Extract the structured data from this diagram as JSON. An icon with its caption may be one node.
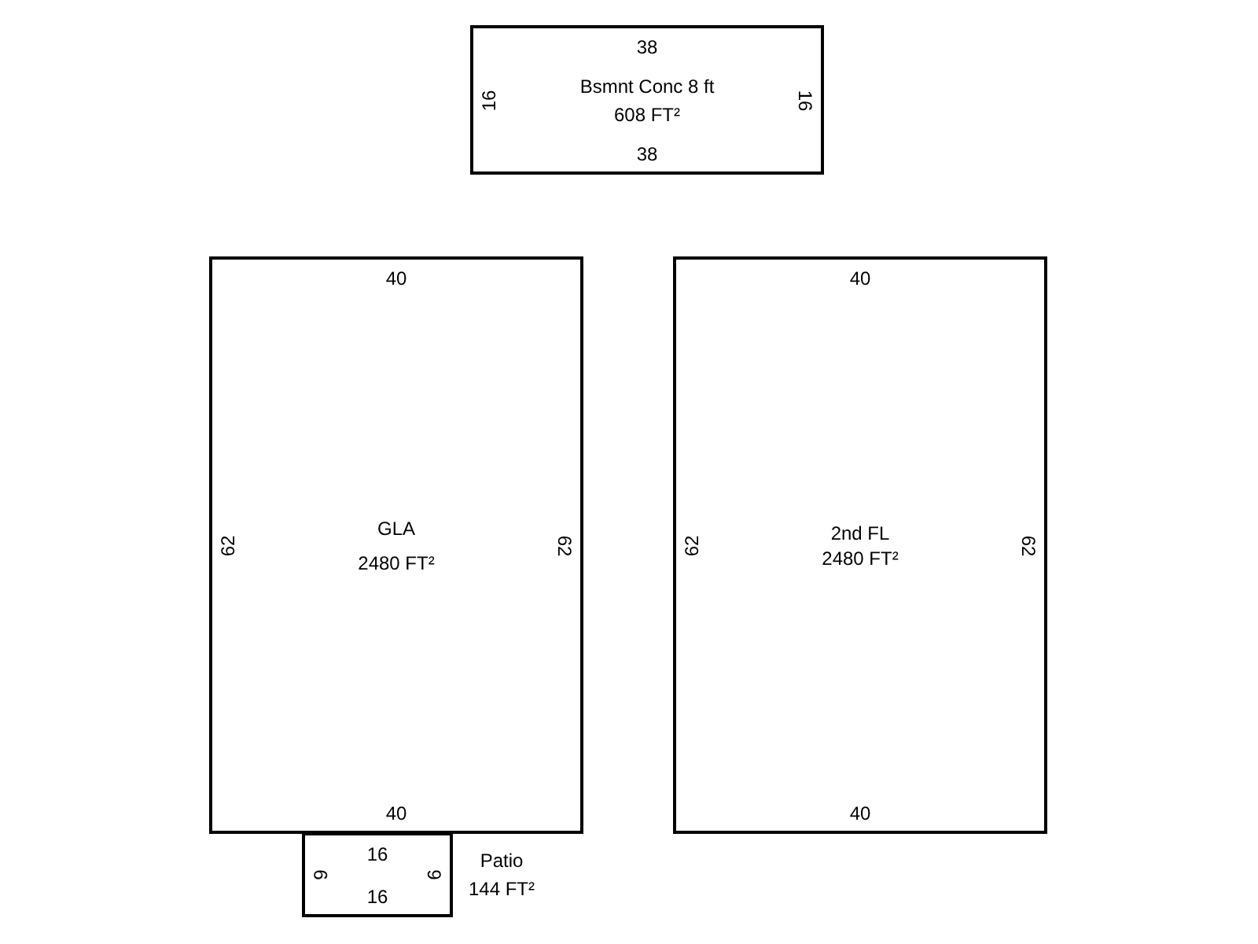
{
  "diagram": {
    "nodes": [
      {
        "text": [
          "38",
          "16",
          "Bsmnt Conc 8 ft",
          "608 FT²",
          "16",
          "38"
        ]
      },
      {
        "text": [
          "40",
          "62",
          "GLA",
          "2480 FT²",
          "62",
          "40"
        ]
      },
      {
        "text": [
          "40",
          "62",
          "2nd FL",
          "2480 FT²",
          "62",
          "40"
        ]
      },
      {
        "text": [
          "16",
          "9",
          "Patio",
          "144 FT²",
          "9",
          "16"
        ]
      }
    ]
  }
}
